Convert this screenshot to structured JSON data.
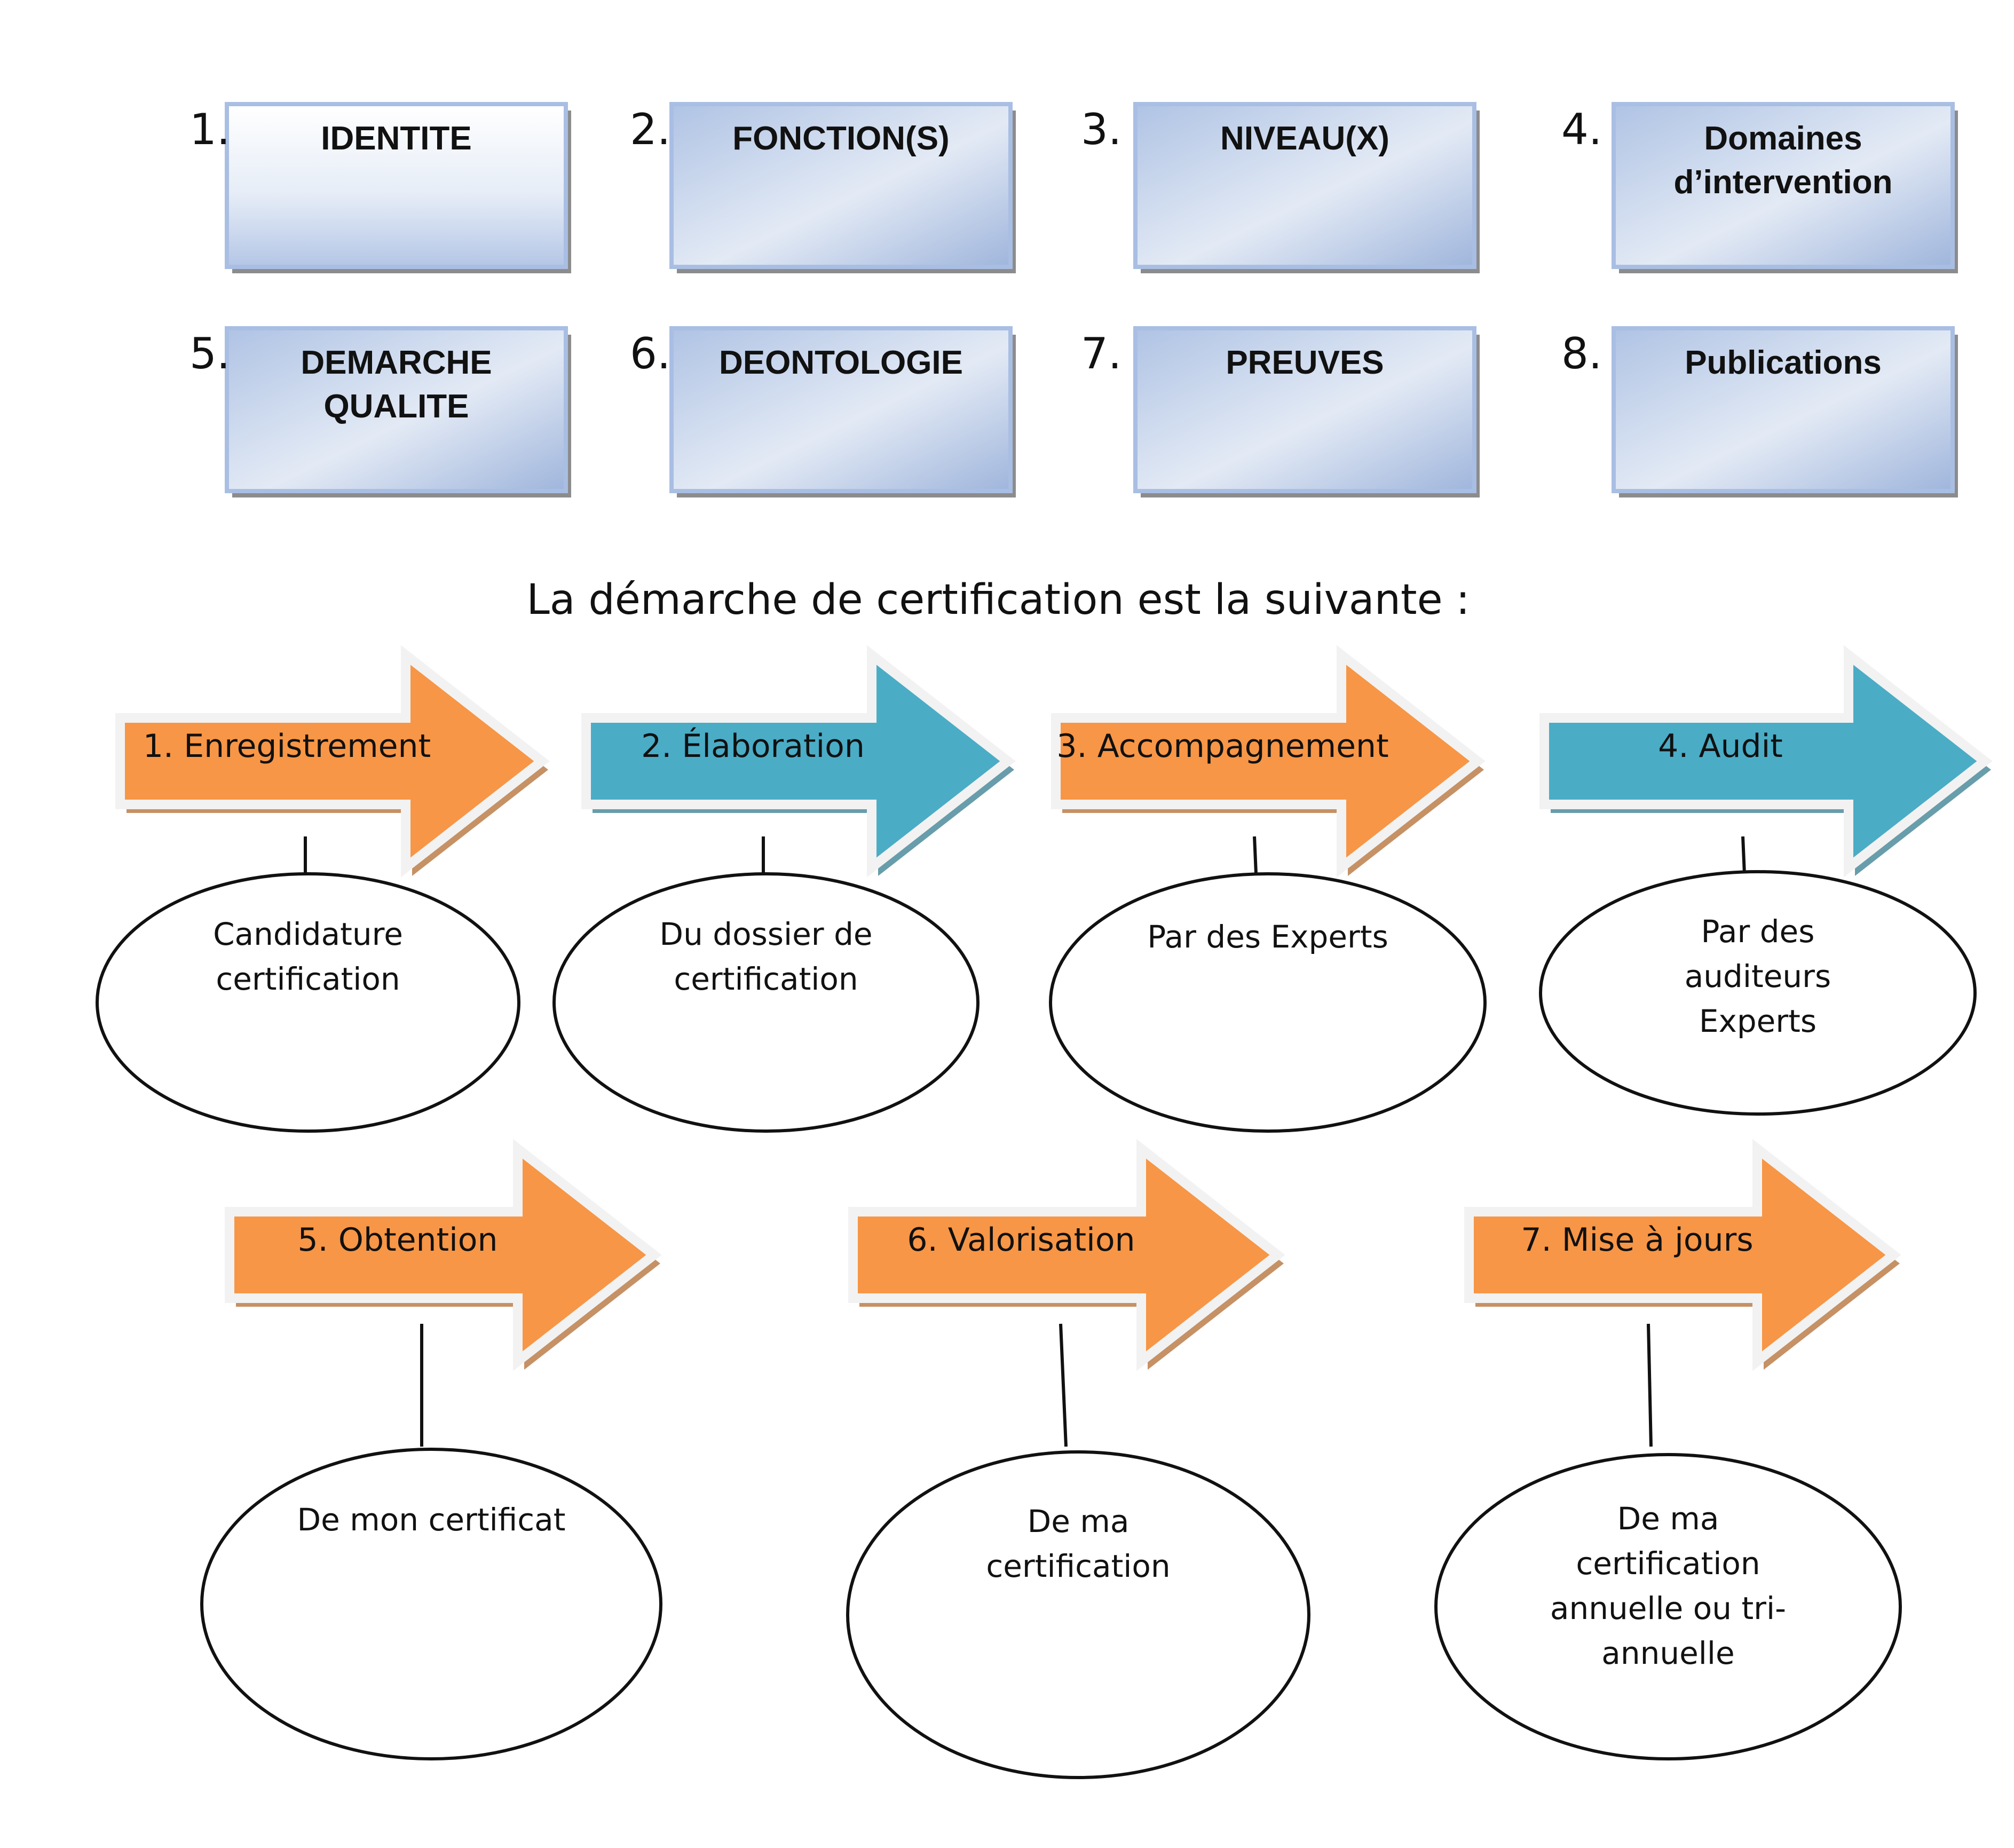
{
  "criteria": [
    {
      "num": "1.",
      "lines": [
        "IDENTITE"
      ]
    },
    {
      "num": "2.",
      "lines": [
        "FONCTION(S)"
      ]
    },
    {
      "num": "3.",
      "lines": [
        "NIVEAU(X)"
      ]
    },
    {
      "num": "4.",
      "lines": [
        "Domaines",
        "d’intervention"
      ]
    },
    {
      "num": "5.",
      "lines": [
        "DEMARCHE",
        "QUALITE"
      ]
    },
    {
      "num": "6.",
      "lines": [
        "DEONTOLOGIE"
      ]
    },
    {
      "num": "7.",
      "lines": [
        "PREUVES"
      ]
    },
    {
      "num": "8.",
      "lines": [
        "Publications"
      ]
    }
  ],
  "heading": "La démarche de certification est la suivante :",
  "steps": [
    {
      "label": "1. Enregistrement",
      "color": "#F79646",
      "description": [
        "Candidature",
        "certification"
      ]
    },
    {
      "label": "2. Élaboration",
      "color": "#4BACC6",
      "description": [
        "Du dossier de",
        "certification"
      ]
    },
    {
      "label": "3. Accompagnement",
      "color": "#F79646",
      "description": [
        "Par des Experts"
      ]
    },
    {
      "label": "4. Audit",
      "color": "#4BACC6",
      "description": [
        "Par des",
        "auditeurs",
        "Experts"
      ]
    },
    {
      "label": "5. Obtention",
      "color": "#F79646",
      "description": [
        "De mon certificat"
      ]
    },
    {
      "label": "6. Valorisation",
      "color": "#F79646",
      "description": [
        "De ma",
        "certification"
      ]
    },
    {
      "label": "7. Mise à jours",
      "color": "#F79646",
      "description": [
        "De ma",
        "certification",
        "annuelle ou tri-",
        "annuelle"
      ]
    }
  ]
}
